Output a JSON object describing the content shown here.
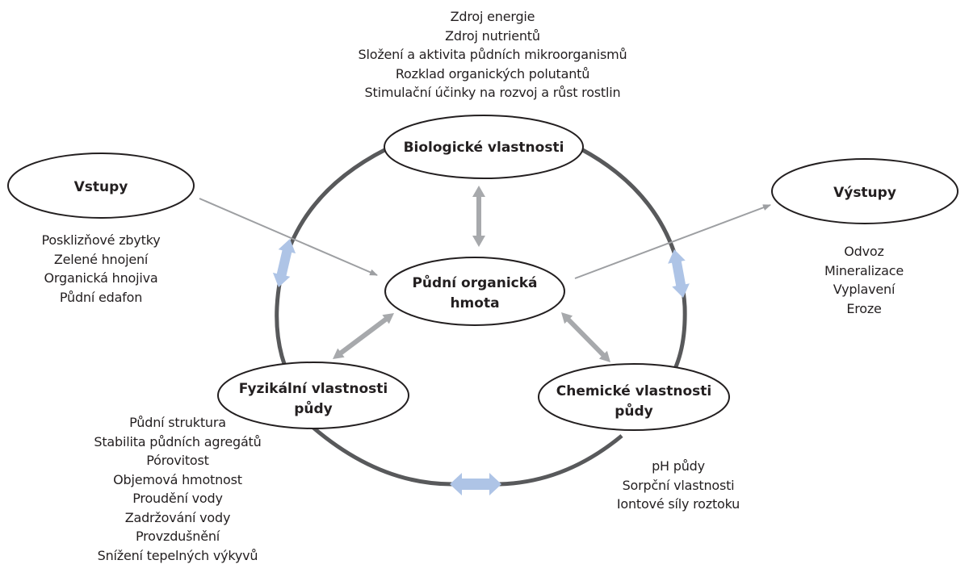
{
  "diagram": {
    "colors": {
      "ring": "#58595b",
      "connector_arrow": "#a7a9ac",
      "flow_arrow": "#9d9fa2",
      "exchange_arrow": "#aec4e6",
      "node_stroke": "#231f20",
      "text": "#231f20"
    },
    "nodes": {
      "center": {
        "lines": [
          "Půdní organická",
          "hmota"
        ]
      },
      "biological": {
        "lines": [
          "Biologické vlastnosti"
        ]
      },
      "physical": {
        "lines": [
          "Fyzikální vlastnosti",
          "půdy"
        ]
      },
      "chemical": {
        "lines": [
          "Chemické vlastnosti",
          "půdy"
        ]
      },
      "inputs": {
        "lines": [
          "Vstupy"
        ]
      },
      "outputs": {
        "lines": [
          "Výstupy"
        ]
      }
    },
    "lists": {
      "biological": [
        "Zdroj energie",
        "Zdroj nutrientů",
        "Složení a aktivita půdních mikroorganismů",
        "Rozklad organických polutantů",
        "Stimulační účinky na rozvoj a růst rostlin"
      ],
      "inputs": [
        "Posklizňové zbytky",
        "Zelené hnojení",
        "Organická hnojiva",
        "Půdní edafon"
      ],
      "outputs": [
        "Odvoz",
        "Mineralizace",
        "Vyplavení",
        "Eroze"
      ],
      "physical": [
        "Půdní struktura",
        "Stabilita půdních agregátů",
        "Pórovitost",
        "Objemová hmotnost",
        "Proudění vody",
        "Zadržování vody",
        "Provzdušnění",
        "Snížení tepelných výkyvů"
      ],
      "chemical": [
        "pH půdy",
        "Sorpční vlastnosti",
        "Iontové síly roztoku"
      ]
    },
    "edges": [
      {
        "from": "inputs",
        "to": "center",
        "type": "one-way"
      },
      {
        "from": "center",
        "to": "outputs",
        "type": "one-way"
      },
      {
        "from": "center",
        "to": "biological",
        "type": "two-way"
      },
      {
        "from": "center",
        "to": "physical",
        "type": "two-way"
      },
      {
        "from": "center",
        "to": "chemical",
        "type": "two-way"
      },
      {
        "from": "biological",
        "to": "physical",
        "type": "exchange"
      },
      {
        "from": "biological",
        "to": "chemical",
        "type": "exchange"
      },
      {
        "from": "physical",
        "to": "chemical",
        "type": "exchange"
      }
    ]
  }
}
